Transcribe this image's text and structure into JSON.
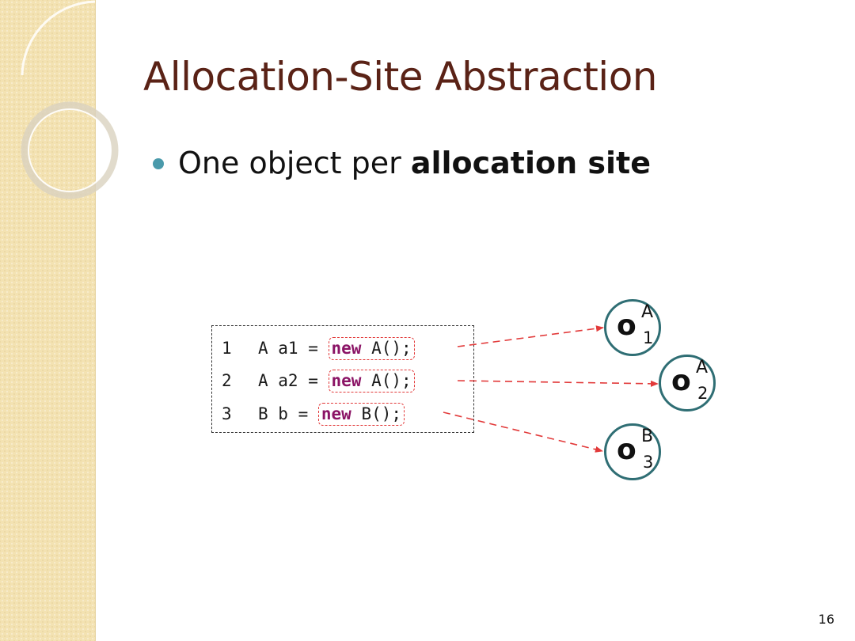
{
  "slide": {
    "title": "Allocation-Site Abstraction",
    "bullet": {
      "prefix": "One object per ",
      "bold": "allocation site"
    },
    "page_number": "16"
  },
  "code": {
    "lines": [
      {
        "num": "1",
        "text": "A a1 = ",
        "keyword": "new",
        "rest": " A();"
      },
      {
        "num": "2",
        "text": "A a2 = ",
        "keyword": "new",
        "rest": " A();"
      },
      {
        "num": "3",
        "text": "B b = ",
        "keyword": "new",
        "rest": " B();"
      }
    ]
  },
  "objects": [
    {
      "label": "o",
      "superscript": "A",
      "subscript": "1"
    },
    {
      "label": "o",
      "superscript": "A",
      "subscript": "2"
    },
    {
      "label": "o",
      "superscript": "B",
      "subscript": "3"
    }
  ],
  "colors": {
    "title": "#5a2216",
    "bullet": "#4a9aab",
    "keyword": "#8b1466",
    "alloc_border": "#e23a3a",
    "object_border": "#2f6e74",
    "arrow": "#e23a3a"
  }
}
